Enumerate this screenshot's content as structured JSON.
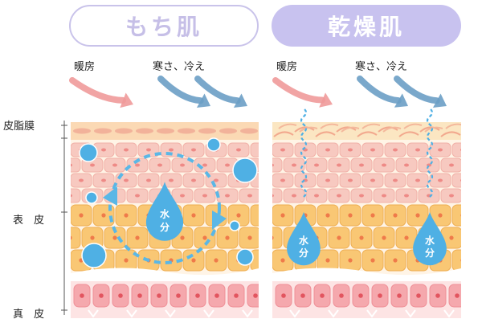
{
  "titles": {
    "left": "もち肌",
    "right": "乾燥肌"
  },
  "labels": {
    "heating_left": "暖房",
    "cold_left": "寒さ、冷え",
    "heating_right": "暖房",
    "cold_right": "寒さ、冷え",
    "sebum_membrane": "皮脂膜",
    "epidermis": "表　皮",
    "dermis": "真　皮"
  },
  "drop_text": {
    "line1": "水",
    "line2": "分"
  },
  "colors": {
    "pill_border": "#c9c3ea",
    "pill_fill": "#c8c2ef",
    "warm_arrow": "#ef9a9a",
    "cold_arrow": "#6c9fc5",
    "water_blue": "#4fb0e4",
    "orange_cell": "#f9c774",
    "pink_cell": "#f7c9c0"
  }
}
